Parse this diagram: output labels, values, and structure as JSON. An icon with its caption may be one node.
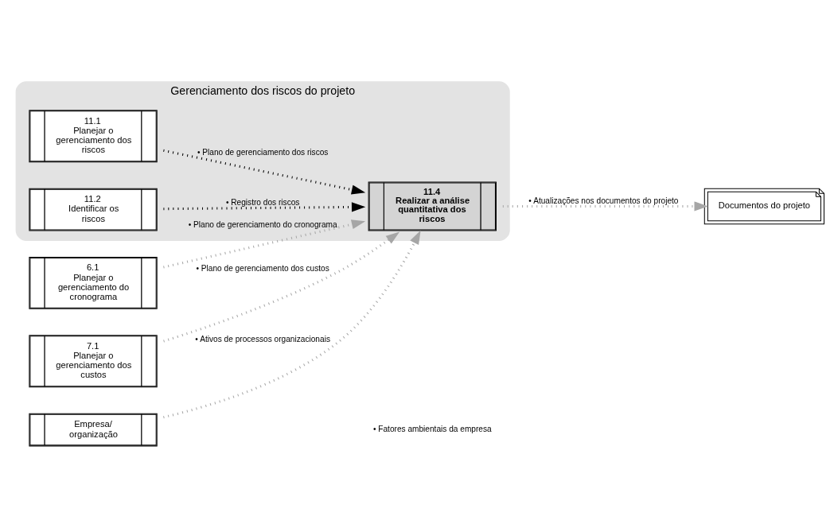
{
  "diagram": {
    "nodes": [
      {
        "text": [
          "Gerenciamento dos riscos do projeto"
        ]
      },
      {
        "text": [
          "6.1",
          "Planejar o gerenciamento do cronograma"
        ]
      },
      {
        "text": [
          "7.1",
          "Planejar o gerenciamento dos custos"
        ]
      },
      {
        "text": [
          "Empresa/ organização"
        ]
      },
      {
        "text": [
          "11.1",
          "Planejar o gerenciamento dos riscos"
        ],
        "in": 0
      },
      {
        "text": [
          "11.2",
          "Identificar os riscos"
        ],
        "in": 0
      },
      {
        "text": [
          "11.4",
          "Realizar a análise quantitativa dos riscos"
        ],
        "in": 0
      },
      {
        "text": [
          "Documentos do projeto"
        ]
      }
    ],
    "edges": [
      {
        "from": 1,
        "to": 6,
        "arrow": "to",
        "label": "• Plano de gerenciamento do cronograma",
        "style": "dashed"
      },
      {
        "from": 2,
        "to": 6,
        "arrow": "to",
        "label": "• Plano de gerenciamento dos custos",
        "style": "dashed"
      },
      {
        "from": 3,
        "to": 6,
        "arrow": "to",
        "label": "• Ativos de processos organizacionais",
        "style": "dashed"
      },
      {
        "from": 4,
        "to": 6,
        "arrow": "to",
        "label": "• Plano de gerenciamento dos riscos",
        "style": "dashed",
        "color": "#000000"
      },
      {
        "from": 5,
        "to": 6,
        "arrow": "to",
        "label": "• Registro dos riscos",
        "style": "dashed",
        "color": "#000000"
      },
      {
        "from": 6,
        "to": 7,
        "arrow": "to",
        "label": "• Atualizações nos documentos do projeto",
        "style": "dashed"
      }
    ],
    "labels": [
      "• Fatores ambientais da empresa"
    ]
  }
}
